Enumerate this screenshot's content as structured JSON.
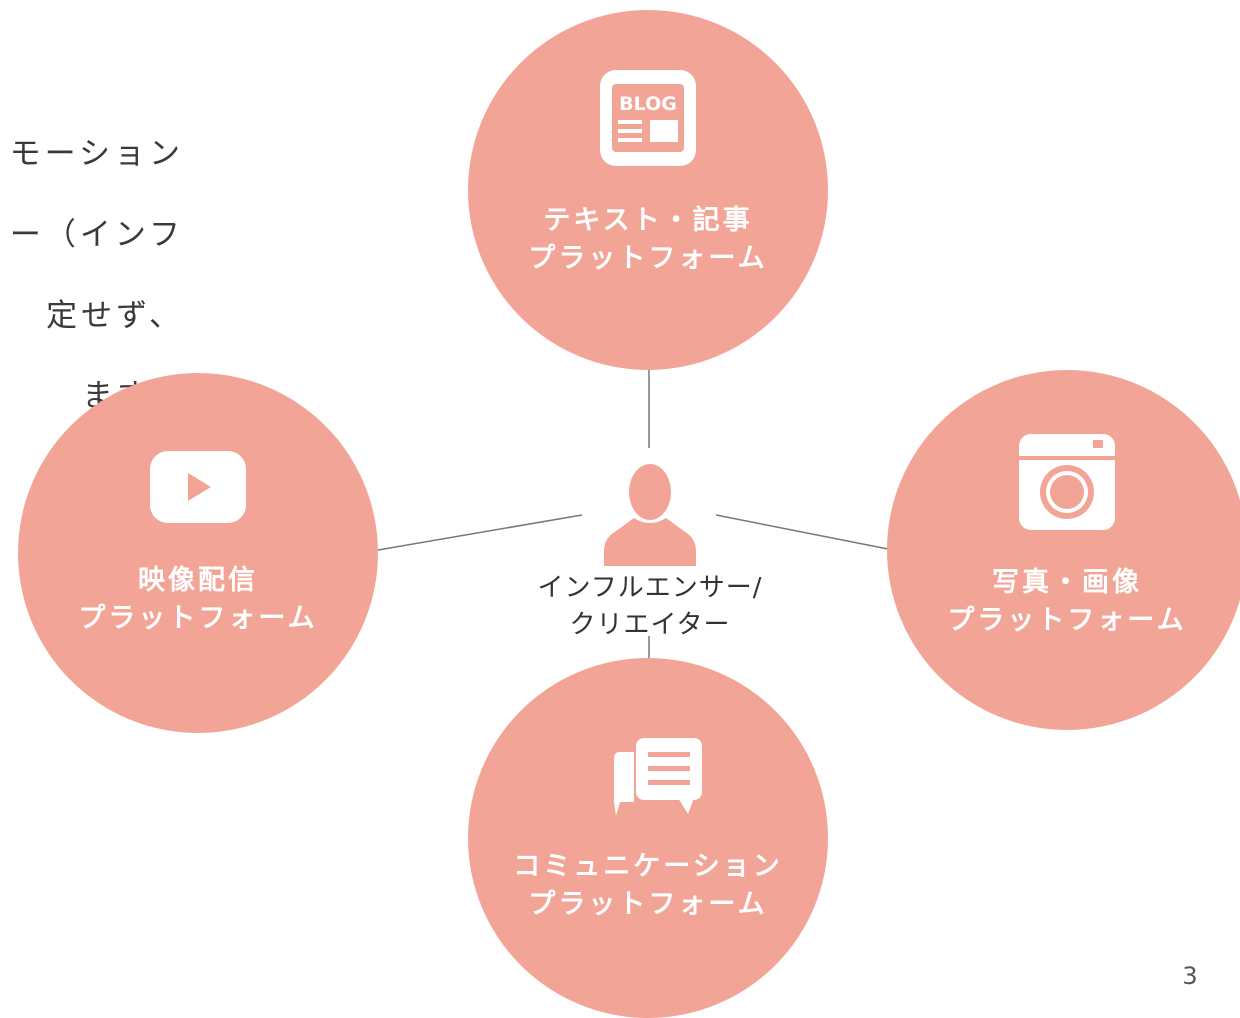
{
  "intro_text": {
    "lines": [
      "モーション",
      "ー（インフ",
      "定せず、",
      "ます。"
    ]
  },
  "center": {
    "label_line1": "インフルエンサー/",
    "label_line2": "クリエイター",
    "icon": "person-silhouette-icon"
  },
  "platforms": {
    "top": {
      "line1": "テキスト・記事",
      "line2": "プラットフォーム",
      "icon": "blog-icon"
    },
    "left": {
      "line1": "映像配信",
      "line2": "プラットフォーム",
      "icon": "video-play-icon"
    },
    "right": {
      "line1": "写真・画像",
      "line2": "プラットフォーム",
      "icon": "camera-icon"
    },
    "bottom": {
      "line1": "コミュニケーション",
      "line2": "プラットフォーム",
      "icon": "chat-bubbles-icon"
    }
  },
  "blog_icon_text": "BLOG",
  "page_number": "3",
  "colors": {
    "circle": "#f2a596",
    "icon": "#ffffff",
    "person": "#f2a596",
    "connector": "#777777"
  }
}
